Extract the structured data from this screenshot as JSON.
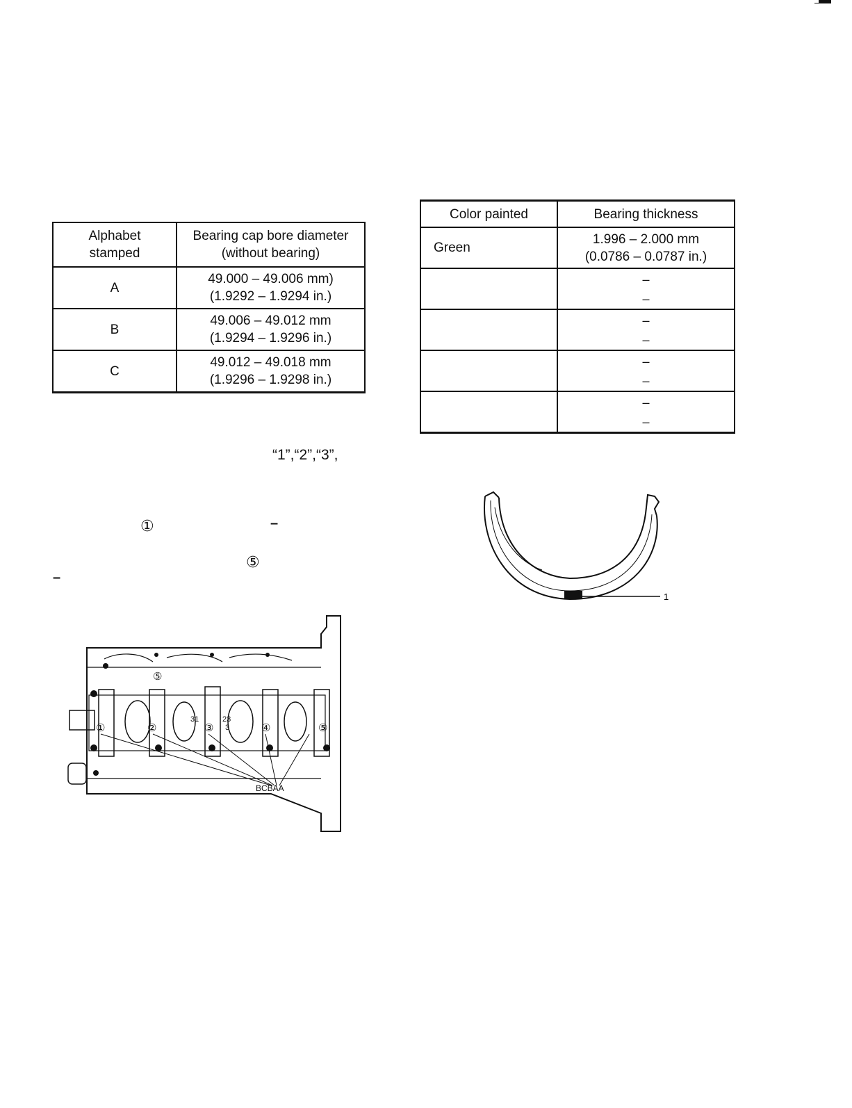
{
  "table1": {
    "headers": [
      "Alphabet stamped",
      "Bearing cap bore diameter (without bearing)"
    ],
    "header_lines": [
      [
        "Alphabet",
        "stamped"
      ],
      [
        "Bearing cap bore diameter",
        "(without bearing)"
      ]
    ],
    "rows": [
      {
        "letter": "A",
        "mm": "49.000 – 49.006 mm)",
        "in": "(1.9292 – 1.9294 in.)"
      },
      {
        "letter": "B",
        "mm": "49.006 – 49.012 mm",
        "in": "(1.9294 – 1.9296 in.)"
      },
      {
        "letter": "C",
        "mm": "49.012 – 49.018 mm",
        "in": "(1.9296 – 1.9298 in.)"
      }
    ]
  },
  "table2": {
    "headers": [
      "Color painted",
      "Bearing thickness"
    ],
    "rows": [
      {
        "color": "Green",
        "mm": "1.996 – 2.000 mm",
        "in": "(0.0786 – 0.0787 in.)"
      },
      {
        "color": "",
        "mm": "–",
        "in": "–"
      },
      {
        "color": "",
        "mm": "–",
        "in": "–"
      },
      {
        "color": "",
        "mm": "–",
        "in": "–"
      },
      {
        "color": "",
        "mm": "–",
        "in": "–"
      }
    ]
  },
  "text_fragments": {
    "quote_numbers": "“1”,“2”,“3”,",
    "circled_one": "①",
    "dash_a": "–",
    "circled_five": "⑤",
    "dash_b": "–"
  },
  "figures": {
    "bearing_shell": {
      "callout": "1"
    },
    "cylinder_block": {
      "journal_numbers": [
        "①",
        "②",
        "③",
        "④",
        "⑤"
      ],
      "cap_marks": [
        "31",
        "23",
        "3"
      ],
      "stamp": "BCBAA",
      "top_number": "⑤"
    }
  }
}
